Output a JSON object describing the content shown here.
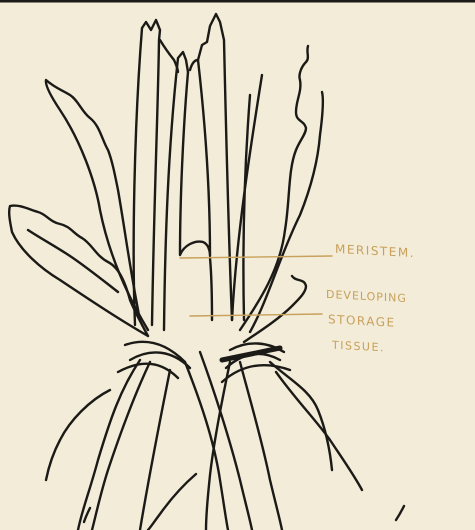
{
  "diagram": {
    "labels": {
      "meristem": "MERISTEM.",
      "developing": "DEVELOPING",
      "storage": "STORAGE",
      "tissue": "TISSUE."
    },
    "colors": {
      "paper": "#f2ecd9",
      "ink": "#1c1a17",
      "annotation": "#c8a15a"
    }
  }
}
